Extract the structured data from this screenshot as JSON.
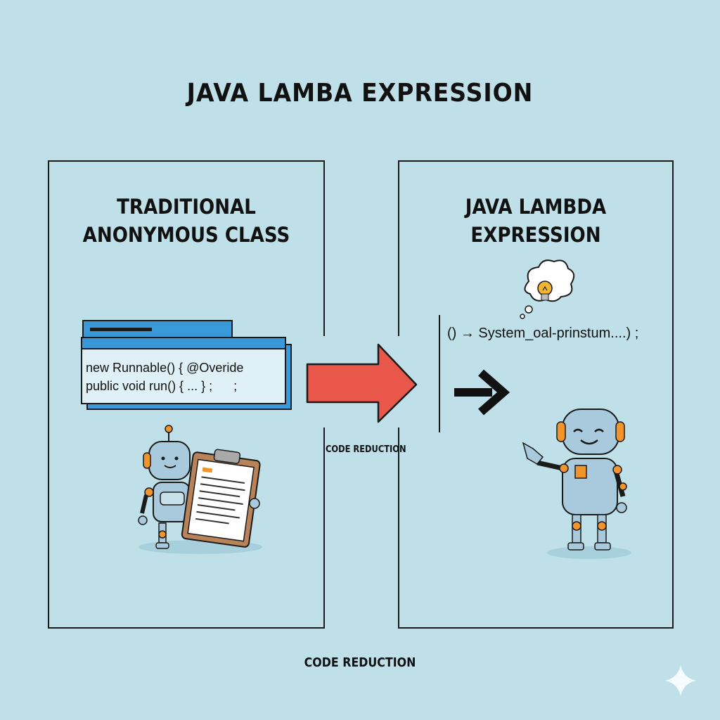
{
  "title": "JAVA LAMBA EXPRESSION",
  "left_panel": {
    "heading_line1": "TRADITIONAL",
    "heading_line2": "ANONYMOUS CLASS",
    "code_line1": "new Runnable() { @Overide",
    "code_line2": "public void run() { ... } ;      ;"
  },
  "right_panel": {
    "heading_line1": "JAVA LAMBDA",
    "heading_line2": "EXPRESSION",
    "code": "() → System_oal-prinstum....) ;"
  },
  "middle_label": "CODE REDUCTION",
  "bottom_label": "CODE REDUCTION",
  "colors": {
    "background": "#bfe0e8",
    "accent_arrow": "#e9564a",
    "robot_orange": "#f0952b",
    "window_blue": "#3a9ad9"
  }
}
